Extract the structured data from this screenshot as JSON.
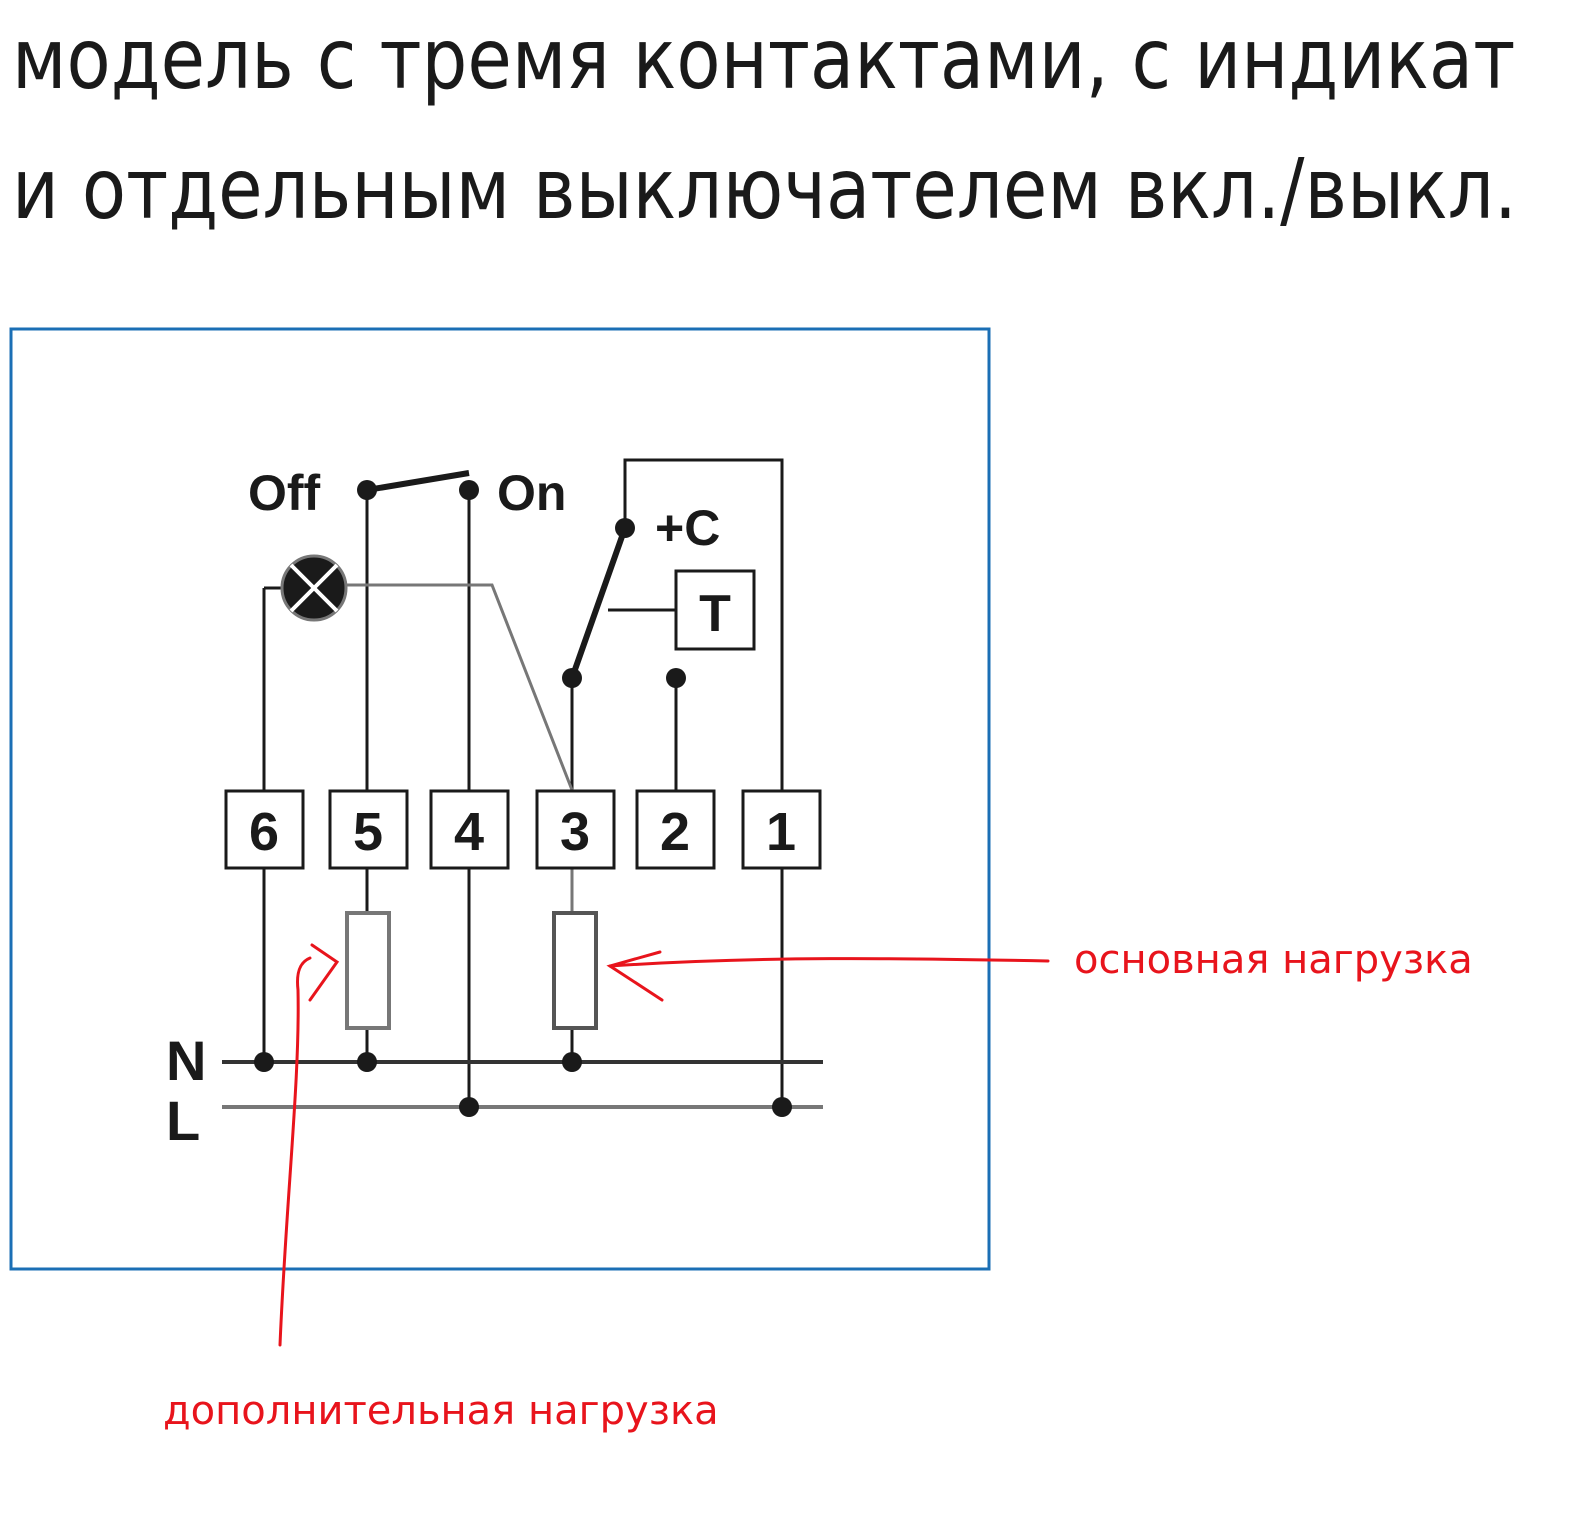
{
  "heading": {
    "line1": "модель с тремя контактами, с индикат",
    "line2": "и отдельным выключателем вкл./выкл."
  },
  "diagram": {
    "switch_off_label": "Off",
    "switch_on_label": "On",
    "common_label": "+C",
    "thermostat_label": "T",
    "terminals": [
      "6",
      "5",
      "4",
      "3",
      "2",
      "1"
    ],
    "neutral_label": "N",
    "live_label": "L"
  },
  "annotations": {
    "main_load": "основная нагрузка",
    "extra_load": "дополнительная нагрузка"
  },
  "colors": {
    "frame": "#1b6fb5",
    "wire": "#1a1a1a",
    "annotation": "#e8141c"
  }
}
